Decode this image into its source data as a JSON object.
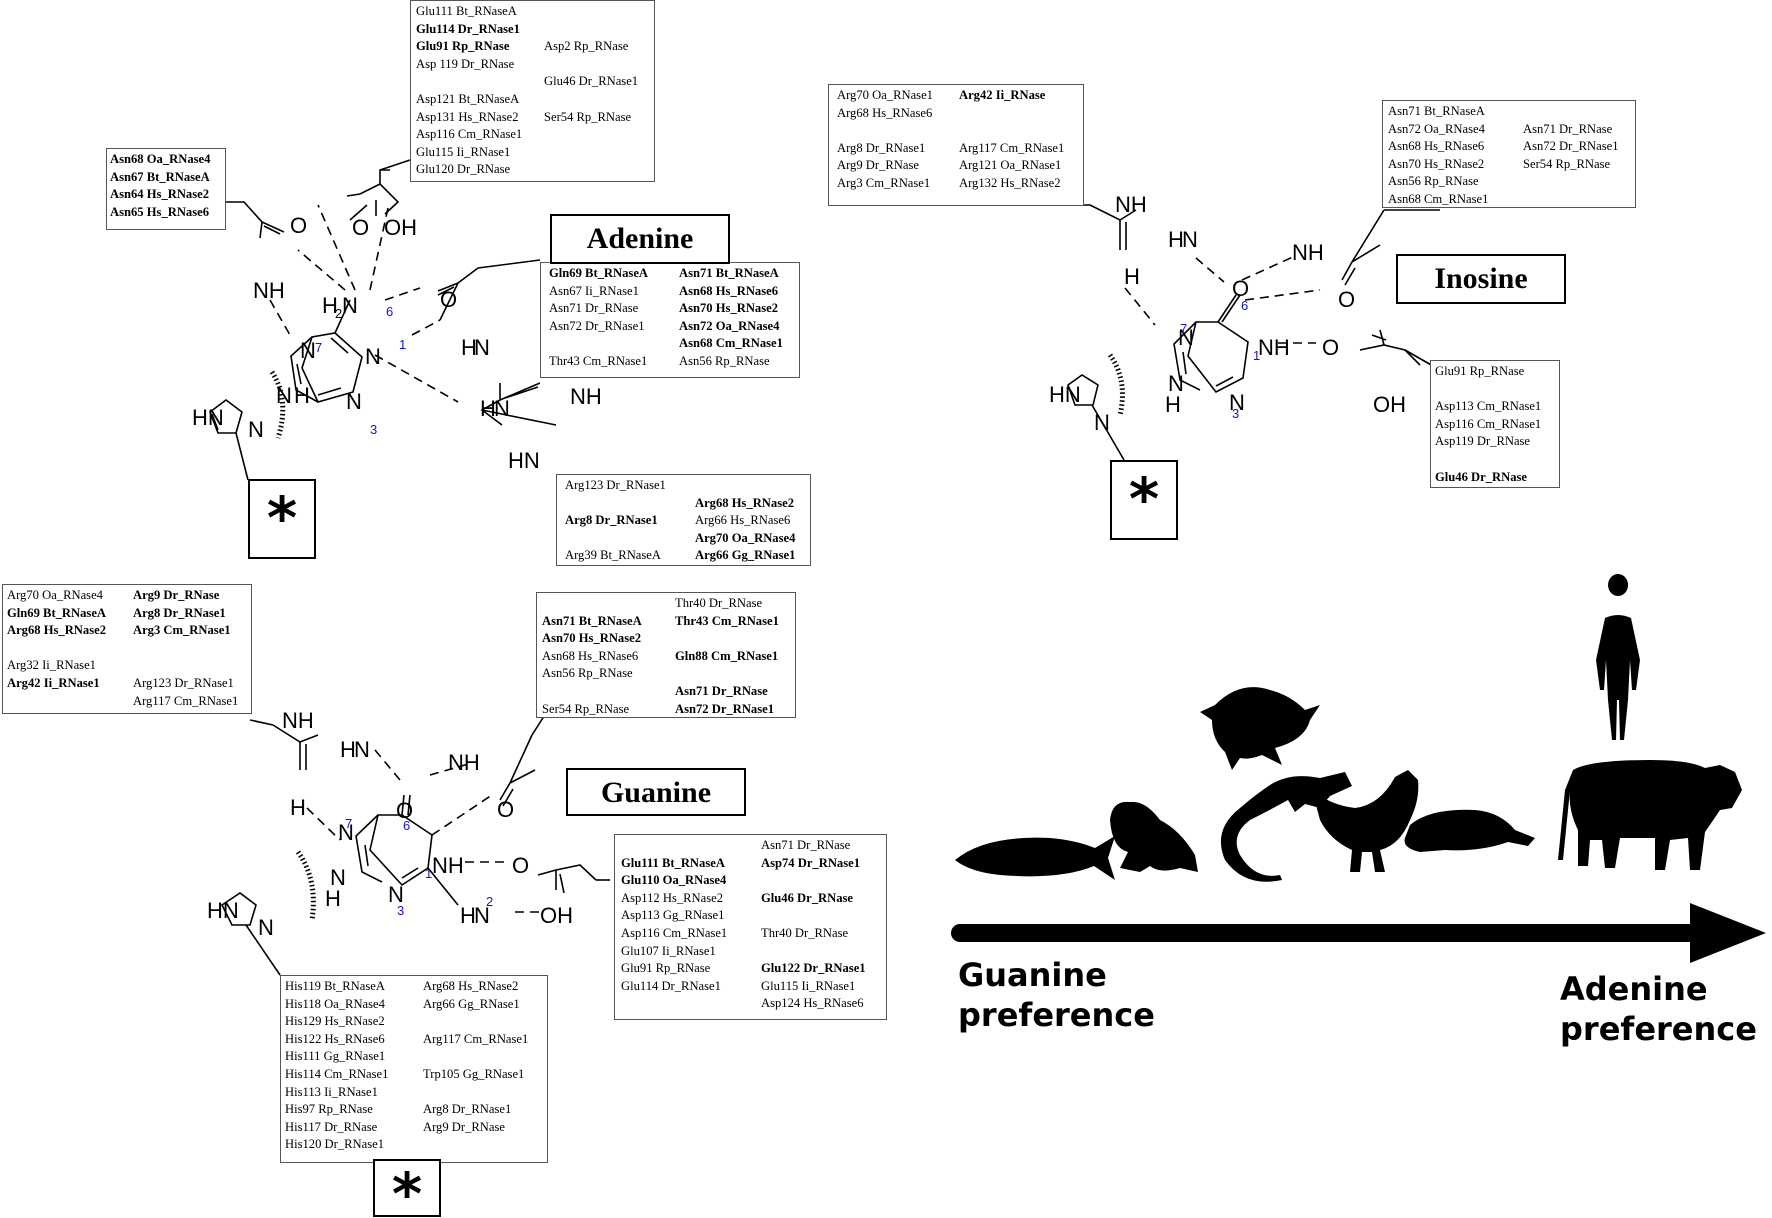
{
  "boxes": [
    {
      "id": "ad-top",
      "columns": [
        {
          "lines": [
            {
              "t": "Glu111 Bt_RNaseA"
            },
            {
              "t": "Glu114 Dr_RNase1",
              "b": true
            },
            {
              "t": "Glu91 Rp_RNase",
              "b": true
            },
            {
              "t": "Asp 119 Dr_RNase"
            },
            {
              "t": ""
            },
            {
              "t": "Asp121 Bt_RNaseA"
            },
            {
              "t": "Asp131 Hs_RNase2"
            },
            {
              "t": "Asp116 Cm_RNase1"
            },
            {
              "t": "Glu115 Ii_RNase1"
            },
            {
              "t": "Glu120 Dr_RNase"
            }
          ]
        },
        {
          "lines": [
            {
              "t": ""
            },
            {
              "t": ""
            },
            {
              "t": "Asp2 Rp_RNase"
            },
            {
              "t": ""
            },
            {
              "t": "Glu46 Dr_RNase1"
            },
            {
              "t": ""
            },
            {
              "t": "Ser54 Rp_RNase"
            }
          ]
        }
      ]
    },
    {
      "id": "ad-left",
      "columns": [
        {
          "lines": [
            {
              "t": "Asn68 Oa_RNase4",
              "b": true
            },
            {
              "t": "Asn67 Bt_RNaseA",
              "b": true
            },
            {
              "t": "Asn64 Hs_RNase2",
              "b": true
            },
            {
              "t": "Asn65 Hs_RNase6",
              "b": true
            }
          ]
        }
      ]
    },
    {
      "id": "ad-right",
      "columns": [
        {
          "lines": [
            {
              "t": "Gln69 Bt_RNaseA",
              "b": true
            },
            {
              "t": "Asn67 Ii_RNase1"
            },
            {
              "t": "Asn71 Dr_RNase"
            },
            {
              "t": "Asn72 Dr_RNase1"
            },
            {
              "t": ""
            },
            {
              "t": "Thr43 Cm_RNase1"
            }
          ]
        },
        {
          "lines": [
            {
              "t": "Asn71 Bt_RNaseA",
              "b": true
            },
            {
              "t": "Asn68 Hs_RNase6",
              "b": true
            },
            {
              "t": "Asn70 Hs_RNase2",
              "b": true
            },
            {
              "t": "Asn72 Oa_RNase4",
              "b": true
            },
            {
              "t": "Asn68 Cm_RNase1",
              "b": true
            },
            {
              "t": "Asn56 Rp_RNase"
            }
          ]
        }
      ]
    },
    {
      "id": "ad-bottom",
      "columns": [
        {
          "lines": [
            {
              "t": "Arg123 Dr_RNase1"
            },
            {
              "t": ""
            },
            {
              "t": "Arg8 Dr_RNase1",
              "b": true
            },
            {
              "t": ""
            },
            {
              "t": "Arg39 Bt_RNaseA"
            }
          ]
        },
        {
          "lines": [
            {
              "t": ""
            },
            {
              "t": "Arg68 Hs_RNase2",
              "b": true
            },
            {
              "t": "Arg66 Hs_RNase6"
            },
            {
              "t": "Arg70 Oa_RNase4",
              "b": true
            },
            {
              "t": "Arg66 Gg_RNase1",
              "b": true
            }
          ]
        }
      ]
    },
    {
      "id": "in-left",
      "columns": [
        {
          "lines": [
            {
              "t": "Arg70 Oa_RNase1"
            },
            {
              "t": "Arg68 Hs_RNase6"
            },
            {
              "t": ""
            },
            {
              "t": "Arg8 Dr_RNase1"
            },
            {
              "t": "Arg9 Dr_RNase"
            },
            {
              "t": "Arg3 Cm_RNase1"
            }
          ]
        },
        {
          "lines": [
            {
              "t": "Arg42 Ii_RNase",
              "b": true
            },
            {
              "t": ""
            },
            {
              "t": ""
            },
            {
              "t": "Arg117 Cm_RNase1"
            },
            {
              "t": "Arg121 Oa_RNase1"
            },
            {
              "t": "Arg132 Hs_RNase2"
            }
          ]
        }
      ]
    },
    {
      "id": "in-right",
      "columns": [
        {
          "lines": [
            {
              "t": "Asn71 Bt_RNaseA"
            },
            {
              "t": "Asn72 Oa_RNase4"
            },
            {
              "t": "Asn68 Hs_RNase6"
            },
            {
              "t": "Asn70 Hs_RNase2"
            },
            {
              "t": "Asn56 Rp_RNase"
            },
            {
              "t": "Asn68 Cm_RNase1"
            }
          ]
        },
        {
          "lines": [
            {
              "t": ""
            },
            {
              "t": "Asn71 Dr_RNase"
            },
            {
              "t": "Asn72 Dr_RNase1"
            },
            {
              "t": "Ser54 Rp_RNase"
            }
          ]
        }
      ]
    },
    {
      "id": "in-bottom",
      "columns": [
        {
          "lines": [
            {
              "t": "Glu91 Rp_RNase"
            },
            {
              "t": ""
            },
            {
              "t": "Asp113 Cm_RNase1"
            },
            {
              "t": "Asp116 Cm_RNase1"
            },
            {
              "t": "Asp119 Dr_RNase"
            },
            {
              "t": ""
            },
            {
              "t": "Glu46 Dr_RNase",
              "b": true
            }
          ]
        }
      ]
    },
    {
      "id": "gu-left",
      "columns": [
        {
          "lines": [
            {
              "t": "Arg70 Oa_RNase4"
            },
            {
              "t": "Gln69 Bt_RNaseA",
              "b": true
            },
            {
              "t": "Arg68 Hs_RNase2",
              "b": true
            },
            {
              "t": ""
            },
            {
              "t": "Arg32 Ii_RNase1"
            },
            {
              "t": "Arg42 Ii_RNase1",
              "b": true
            }
          ]
        },
        {
          "lines": [
            {
              "t": "Arg9 Dr_RNase",
              "b": true
            },
            {
              "t": "Arg8 Dr_RNase1",
              "b": true
            },
            {
              "t": "Arg3 Cm_RNase1",
              "b": true
            },
            {
              "t": ""
            },
            {
              "t": ""
            },
            {
              "t": "Arg123 Dr_RNase1"
            },
            {
              "t": "Arg117 Cm_RNase1"
            }
          ]
        }
      ]
    },
    {
      "id": "gu-top",
      "columns": [
        {
          "lines": [
            {
              "t": ""
            },
            {
              "t": "Asn71 Bt_RNaseA",
              "b": true
            },
            {
              "t": "Asn70 Hs_RNase2",
              "b": true
            },
            {
              "t": "Asn68 Hs_RNase6"
            },
            {
              "t": "Asn56 Rp_RNase"
            },
            {
              "t": ""
            },
            {
              "t": "Ser54 Rp_RNase"
            }
          ]
        },
        {
          "lines": [
            {
              "t": "Thr40 Dr_RNase"
            },
            {
              "t": "Thr43 Cm_RNase1",
              "b": true
            },
            {
              "t": ""
            },
            {
              "t": "Gln88 Cm_RNase1",
              "b": true
            },
            {
              "t": ""
            },
            {
              "t": "Asn71 Dr_RNase",
              "b": true
            },
            {
              "t": "Asn72 Dr_RNase1",
              "b": true
            }
          ]
        }
      ]
    },
    {
      "id": "gu-right",
      "columns": [
        {
          "lines": [
            {
              "t": ""
            },
            {
              "t": "Glu111 Bt_RNaseA",
              "b": true
            },
            {
              "t": "Glu110 Oa_RNase4",
              "b": true
            },
            {
              "t": "Asp112 Hs_RNase2"
            },
            {
              "t": "Asp113 Gg_RNase1"
            },
            {
              "t": "Asp116 Cm_RNase1"
            },
            {
              "t": "Glu107 Ii_RNase1"
            },
            {
              "t": "Glu91 Rp_RNase"
            },
            {
              "t": "Glu114 Dr_RNase1"
            }
          ]
        },
        {
          "lines": [
            {
              "t": "Asn71 Dr_RNase"
            },
            {
              "t": "Asp74 Dr_RNase1",
              "b": true
            },
            {
              "t": ""
            },
            {
              "t": "Glu46 Dr_RNase",
              "b": true
            },
            {
              "t": ""
            },
            {
              "t": "Thr40 Dr_RNase"
            },
            {
              "t": ""
            },
            {
              "t": "Glu122 Dr_RNase1",
              "b": true
            },
            {
              "t": "Glu115 Ii_RNase1"
            },
            {
              "t": "Asp124 Hs_RNase6"
            }
          ]
        }
      ]
    },
    {
      "id": "gu-bottom",
      "columns": [
        {
          "lines": [
            {
              "t": "His119 Bt_RNaseA"
            },
            {
              "t": "His118 Oa_RNase4"
            },
            {
              "t": "His129 Hs_RNase2"
            },
            {
              "t": "His122 Hs_RNase6"
            },
            {
              "t": "His111 Gg_RNase1"
            },
            {
              "t": "His114 Cm_RNase1"
            },
            {
              "t": "His113 Ii_RNase1"
            },
            {
              "t": "His97 Rp_RNase"
            },
            {
              "t": "His117 Dr_RNase"
            },
            {
              "t": "His120 Dr_RNase1"
            }
          ]
        },
        {
          "lines": [
            {
              "t": "Arg68 Hs_RNase2"
            },
            {
              "t": "Arg66 Gg_RNase1"
            },
            {
              "t": ""
            },
            {
              "t": "Arg117 Cm_RNase1"
            },
            {
              "t": ""
            },
            {
              "t": "Trp105 Gg_RNase1"
            },
            {
              "t": ""
            },
            {
              "t": "Arg8 Dr_RNase1"
            },
            {
              "t": "Arg9 Dr_RNase"
            }
          ]
        }
      ]
    }
  ],
  "titles": {
    "adenine": "Adenine",
    "inosine": "Inosine",
    "guanine": "Guanine"
  },
  "star": "*",
  "labels": {
    "nh2": "NH",
    "h2n": "H",
    "n": "N",
    "nh": "NH",
    "hn": "HN",
    "h": "H",
    "o": "O",
    "oh": "OH",
    "sub2": "2",
    "n1": "1",
    "n2": "2",
    "n3": "3",
    "n6": "6",
    "n7": "7"
  },
  "preference": {
    "left": [
      "Guanine",
      "preference"
    ],
    "right": [
      "Adenine",
      "preference"
    ]
  },
  "colors": {
    "atom_number": "#1515c8",
    "line": "#000000",
    "box_border": "#555555"
  }
}
